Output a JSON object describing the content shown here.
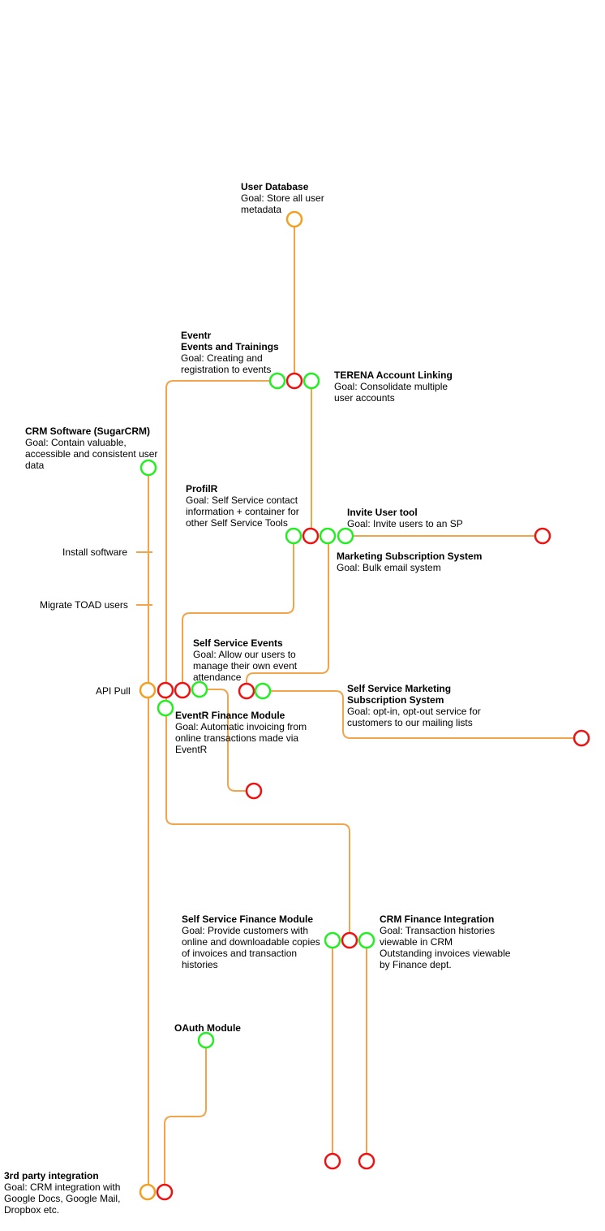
{
  "colors": {
    "line": "#f0a44c",
    "green": "#22ee22",
    "red": "#ee1111",
    "orange": "#f2a024"
  },
  "labels": {
    "user_database": {
      "title": "User Database",
      "lines": [
        "Goal: Store all user",
        "metadata"
      ]
    },
    "eventr": {
      "title": "Eventr",
      "lines": [
        "Events and Trainings",
        "Goal: Creating and",
        "registration to events"
      ]
    },
    "terena": {
      "title": "TERENA Account Linking",
      "lines": [
        "Goal: Consolidate multiple",
        "user accounts"
      ]
    },
    "crm_software": {
      "title": "CRM Software (SugarCRM)",
      "lines": [
        "Goal: Contain valuable,",
        "accessible and consistent user",
        "data"
      ]
    },
    "profilr": {
      "title": "ProfilR",
      "lines": [
        "Goal: Self Service contact",
        "information + container for",
        "other Self Service Tools"
      ]
    },
    "invite_user": {
      "title": "Invite User tool",
      "lines": [
        "Goal: Invite users to an SP"
      ]
    },
    "marketing_sub": {
      "title": "Marketing Subscription System",
      "lines": [
        "Goal: Bulk email system"
      ]
    },
    "self_service_events": {
      "title": "Self Service Events",
      "lines": [
        "Goal: Allow our users to",
        "manage their own event",
        "attendance"
      ]
    },
    "self_service_marketing": {
      "title": "Self Service Marketing",
      "lines": [
        "Subscription System",
        "Goal: opt-in, opt-out service for",
        "customers to our mailing lists"
      ]
    },
    "eventr_finance": {
      "title": "EventR Finance Module",
      "lines": [
        "Goal: Automatic invoicing from",
        "online transactions made via",
        "EventR"
      ]
    },
    "self_service_finance": {
      "title": "Self Service Finance Module",
      "lines": [
        "Goal: Provide customers with",
        "online and downloadable copies",
        "of invoices and transaction",
        "histories"
      ]
    },
    "crm_finance": {
      "title": "CRM Finance Integration",
      "lines": [
        "Goal: Transaction histories",
        "viewable in CRM",
        "Outstanding invoices viewable",
        "by Finance dept."
      ]
    },
    "oauth": {
      "title": "OAuth Module",
      "lines": []
    },
    "third_party": {
      "title": "3rd party integration",
      "lines": [
        "Goal: CRM integration with",
        "Google Docs, Google Mail,",
        "Dropbox etc."
      ]
    }
  },
  "side_labels": {
    "install_software": "Install software",
    "migrate_toad": "Migrate TOAD users",
    "api_pull": "API Pull"
  }
}
